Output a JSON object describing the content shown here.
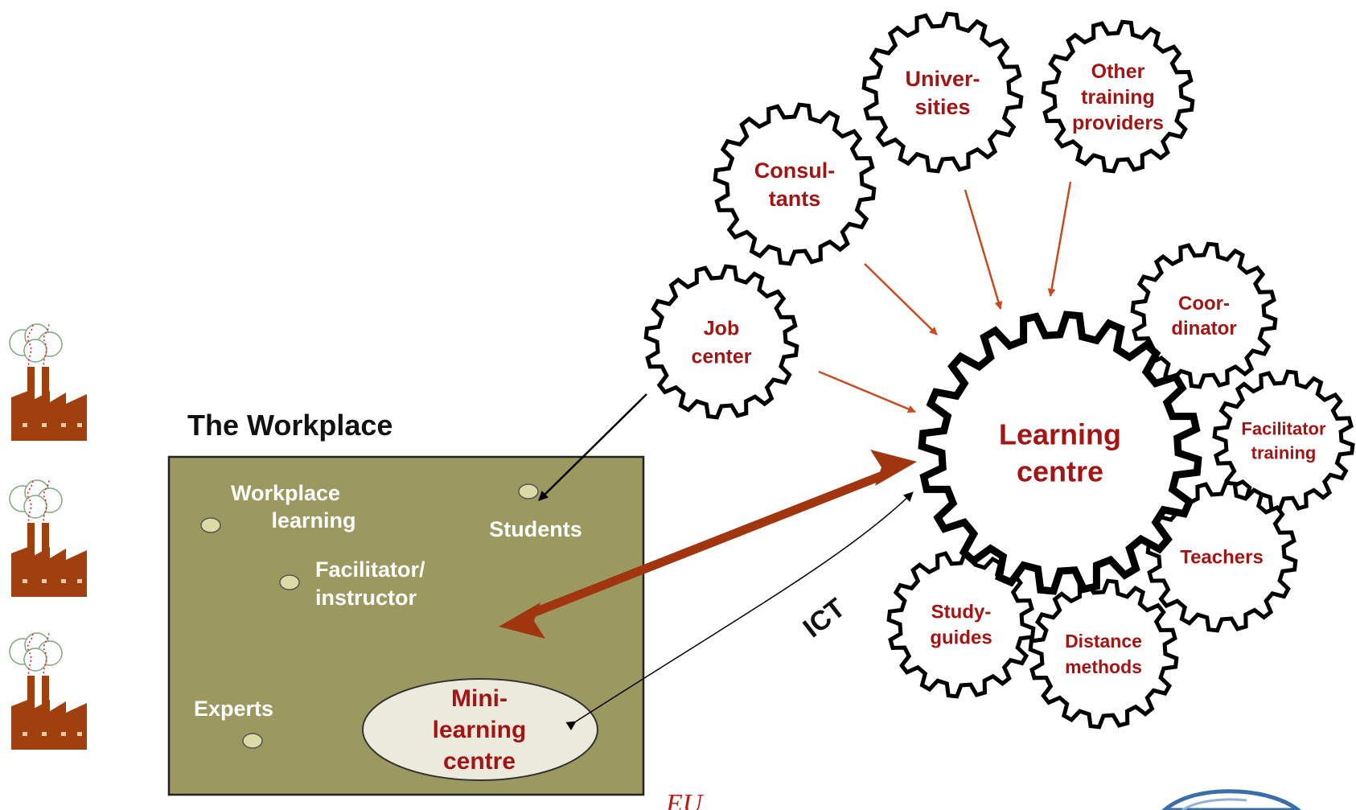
{
  "workplace": {
    "title": "The Workplace",
    "items": {
      "workplace_learning": [
        "Workplace",
        "learning"
      ],
      "students": "Students",
      "facilitator": [
        "Facilitator/",
        "instructor"
      ],
      "experts": "Experts",
      "mini_learning_centre": [
        "Mini-",
        "learning",
        "centre"
      ]
    }
  },
  "connection_label": "ICT",
  "gears": {
    "learning_centre": [
      "Learning",
      "centre"
    ],
    "consultants": [
      "Consul-",
      "tants"
    ],
    "universities": [
      "Univer-",
      "sities"
    ],
    "other_providers": [
      "Other",
      "training",
      "providers"
    ],
    "job_center": [
      "Job",
      "center"
    ],
    "coordinator": [
      "Coor-",
      "dinator"
    ],
    "facilitator_training": [
      "Facilitator",
      "training"
    ],
    "teachers": [
      "Teachers"
    ],
    "study_guides": [
      "Study-",
      "guides"
    ],
    "distance_methods": [
      "Distance",
      "methods"
    ]
  },
  "footer_text": "EU",
  "colors": {
    "gear_label": "#a31414",
    "workplace_fill": "#9b9860",
    "arrow_red": "#c84a1e",
    "arrow_brown": "#a0350f",
    "factory": "#a0400f",
    "ellipse_fill": "#eceadd"
  },
  "icons": [
    "factory-icon",
    "factory-icon",
    "factory-icon",
    "logo-icon"
  ]
}
